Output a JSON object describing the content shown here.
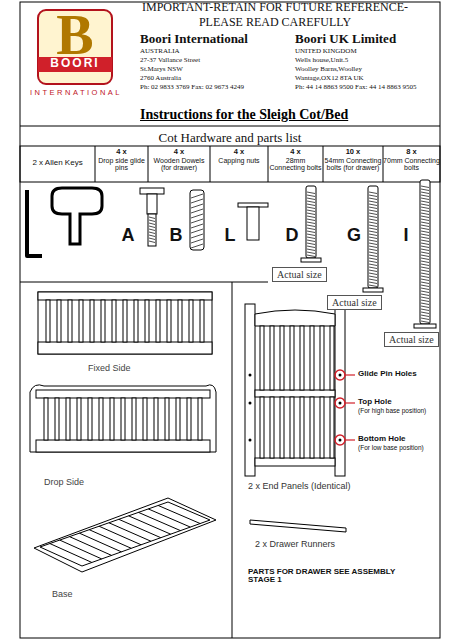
{
  "diagram": {
    "title": "Instructions for the Sleigh Cot/Bed",
    "nodes": [
      {
        "text": [
          "Actual size"
        ]
      },
      {
        "text": [
          "Actual size"
        ]
      },
      {
        "text": [
          "Actual size"
        ]
      }
    ],
    "labels": [
      "IMPORTANT-RETAIN FOR FUTURE REFERENCE-",
      "PLEASE READ CAREFULLY",
      "B",
      "BOORI",
      "INTERNATIONAL",
      "Boori International",
      "AUSTRALIA",
      "27-37 Vallance Street",
      "St.Marys NSW",
      "2760 Australia",
      "Ph: 02 9833 3769 Fax: 02 9673 4249",
      "Boori UK Limited",
      "UNITED KINGDOM",
      "Wells house,Unit.5",
      "Woolley Barns,Woolley",
      "Wantage,OX12 8TA UK",
      "Ph: 44 14 8863 9500 Fax: 44 14 8863 9505",
      "Cot Hardware and parts list",
      "2 x Allen Keys",
      "4 x",
      "Drop side glide pins",
      "4 x",
      "Wooden Dowels (for drawer)",
      "4 x",
      "Capping nuts",
      "4 x",
      "28mm Connecting bolts",
      "10 x",
      "54mm Connecting bolts (for drawer)",
      "8 x",
      "70mm Connecting bolts",
      "A",
      "B",
      "L",
      "D",
      "G",
      "I",
      "Fixed Side",
      "Drop Side",
      "Base",
      "2 x End Panels (Identical)",
      "Glide Pin Holes",
      "Top Hole",
      "(For high base position)",
      "Bottom Hole",
      "(For low base position)",
      "2 x Drawer Runners",
      "PARTS FOR DRAWER SEE ASSEMBLY STAGE 1"
    ]
  }
}
